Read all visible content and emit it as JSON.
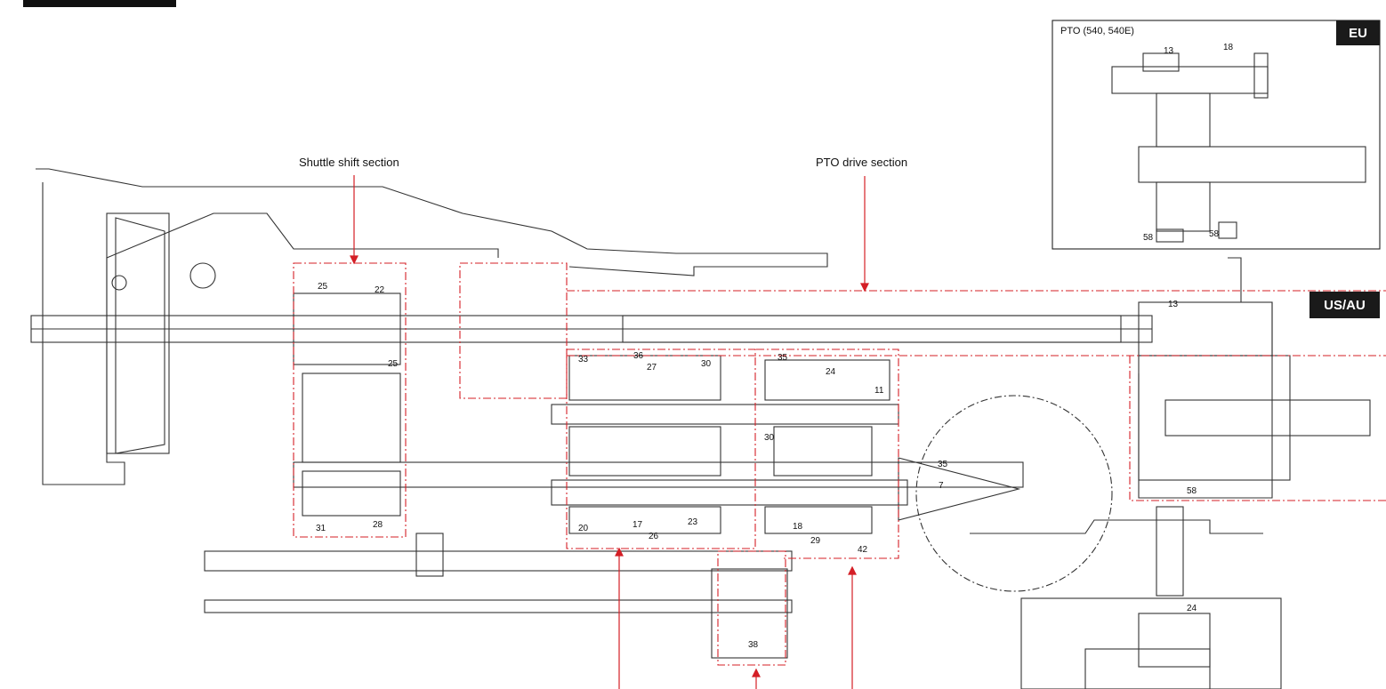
{
  "sections": {
    "shuttle_shift": "Shuttle shift section",
    "pto_drive": "PTO drive section"
  },
  "inset": {
    "title": "PTO (540, 540E)",
    "region_badge": "EU"
  },
  "main_region_badge": "US/AU",
  "part_numbers": {
    "n25a": "25",
    "n22": "22",
    "n25b": "25",
    "n33": "33",
    "n36": "36",
    "n27": "27",
    "n30a": "30",
    "n35a": "35",
    "n24a": "24",
    "n11": "11",
    "n30b": "30",
    "n35b": "35",
    "n7": "7",
    "n20": "20",
    "n17": "17",
    "n26": "26",
    "n23": "23",
    "n18a": "18",
    "n29": "29",
    "n42": "42",
    "n31": "31",
    "n28": "28",
    "n38": "38",
    "n13a": "13",
    "n58a": "58",
    "n13b": "13",
    "n18b": "18",
    "n58b": "58",
    "n58c": "58",
    "n24b": "24"
  },
  "colors": {
    "line": "#333333",
    "section_red": "#d41f26",
    "badge": "#1a1a1a"
  }
}
